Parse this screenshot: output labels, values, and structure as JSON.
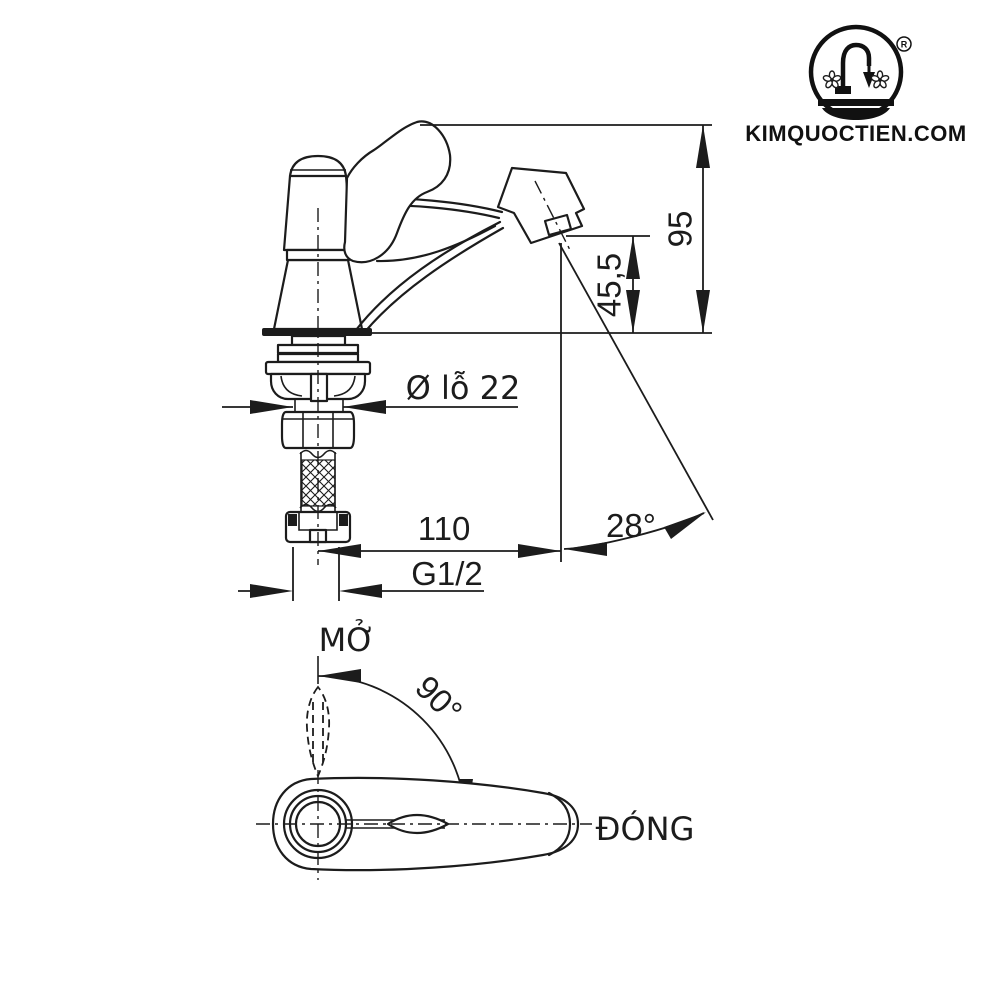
{
  "brand": {
    "website": "KIMQUOCTIEN.COM",
    "registered_mark": "R"
  },
  "dimensions": {
    "total_height": "95",
    "spout_height": "45,5",
    "hole_diameter": "Ø lỗ 22",
    "spout_reach": "110",
    "spout_angle": "28°",
    "thread_size": "G1/2",
    "handle_rotation": "90°"
  },
  "labels": {
    "open": "MỞ",
    "close": "ĐÓNG"
  },
  "icons": {
    "logo": "faucet-flowers-basin-logo"
  },
  "colors": {
    "line": "#1c1c1c",
    "background": "#ffffff"
  }
}
